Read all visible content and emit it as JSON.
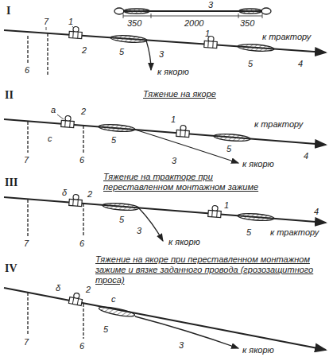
{
  "diagram": {
    "labels": [
      "I",
      "350",
      "2000",
      "350",
      "3",
      "7",
      "1",
      "2",
      "6",
      "5",
      "3",
      "к якорю",
      "1",
      "5",
      "4",
      "к трактору",
      "II",
      "Тяжение на якоре",
      "а",
      "2",
      "5",
      "1",
      "5",
      "к трактору",
      "4",
      "к якорю",
      "3",
      "7",
      "6",
      "с",
      "III",
      "Тяжение на тракторе при переставленном монтажном зажиме",
      "δ",
      "2",
      "1",
      "5",
      "к трактору",
      "4",
      "5",
      "3",
      "к якорю",
      "7",
      "6",
      "IV",
      "Тяжение на якоре при переставленном монтажном зажиме и вязке заданного провода (грозозащитного троса)",
      "δ",
      "2",
      "с",
      "5",
      "7",
      "6",
      "3",
      "к якорю"
    ]
  }
}
